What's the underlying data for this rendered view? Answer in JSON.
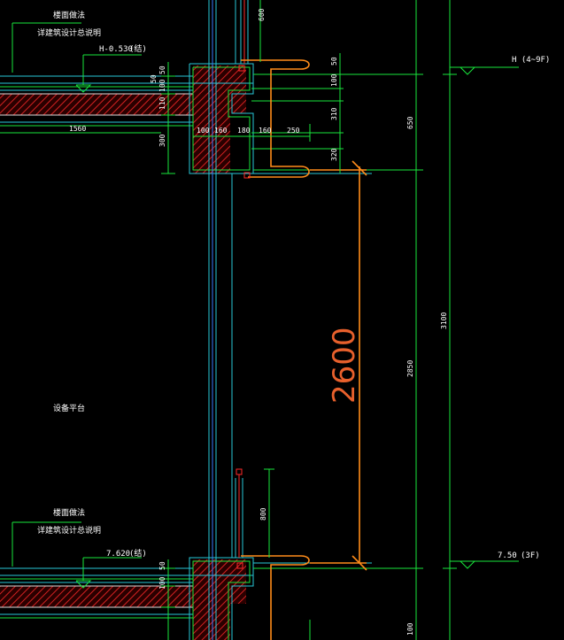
{
  "labels": {
    "floor_note_top": "楼面做法",
    "floor_note_top_sub": "详建筑设计总说明",
    "elev_top_left": "H-0.530",
    "elev_top_left_paren": "(结)",
    "floor_note_bottom": "楼面做法",
    "floor_note_bottom_sub": "详建筑设计总说明",
    "elev_bottom_left": "7.620",
    "elev_bottom_left_paren": "(结)",
    "elev_right_top": "H (4~9F)",
    "elev_right_bottom": "7.50",
    "elev_right_bottom_paren": "(3F)",
    "platform_label": "设备平台",
    "big_dim": "2600"
  },
  "dims": {
    "d600_top": "600",
    "d50_a": "50",
    "d50_b": "50",
    "d100_a": "100",
    "d110": "110",
    "d1560": "1560",
    "d300_left": "300",
    "d100_b": "100",
    "d160_a": "160",
    "d180": "180",
    "d160_b": "160",
    "d250": "250",
    "d50_right": "50",
    "d100_right": "100",
    "d310": "310",
    "d320": "320",
    "d650": "650",
    "d3100": "3100",
    "d2850": "2850",
    "d800": "800",
    "d50_c": "50",
    "d100_c": "100",
    "d100_bottom": "100"
  },
  "colors": {
    "background": "#000000",
    "green": "#19e63c",
    "cyan": "#27c8d8",
    "orange": "#ff8c1a",
    "red": "#ff2a2a",
    "hatch": "#d42222"
  }
}
